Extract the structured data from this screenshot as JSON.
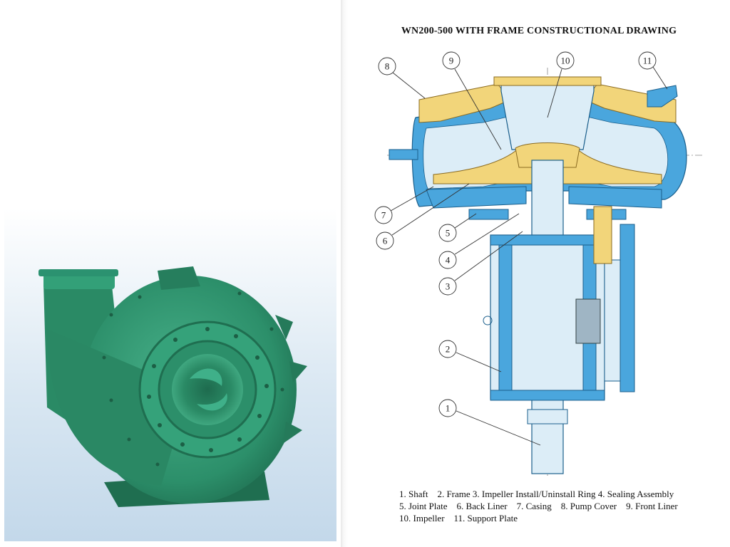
{
  "drawing": {
    "title": "WN200-500 WITH FRAME CONSTRUCTIONAL DRAWING"
  },
  "callouts": [
    "1",
    "2",
    "3",
    "4",
    "5",
    "6",
    "7",
    "8",
    "9",
    "10",
    "11"
  ],
  "legend": {
    "line1": "1. Shaft    2. Frame 3. Impeller Install/Uninstall Ring 4. Sealing Assembly",
    "line2": "5. Joint Plate    6. Back Liner    7. Casing    8. Pump Cover    9. Front Liner",
    "line3": "10. Impeller    11. Support Plate"
  },
  "colors": {
    "pump_green": "#2c8f6a",
    "casing_blue": "#4aa6dd",
    "liner_yellow": "#f2d57a",
    "frame_light": "#dcedf7"
  }
}
